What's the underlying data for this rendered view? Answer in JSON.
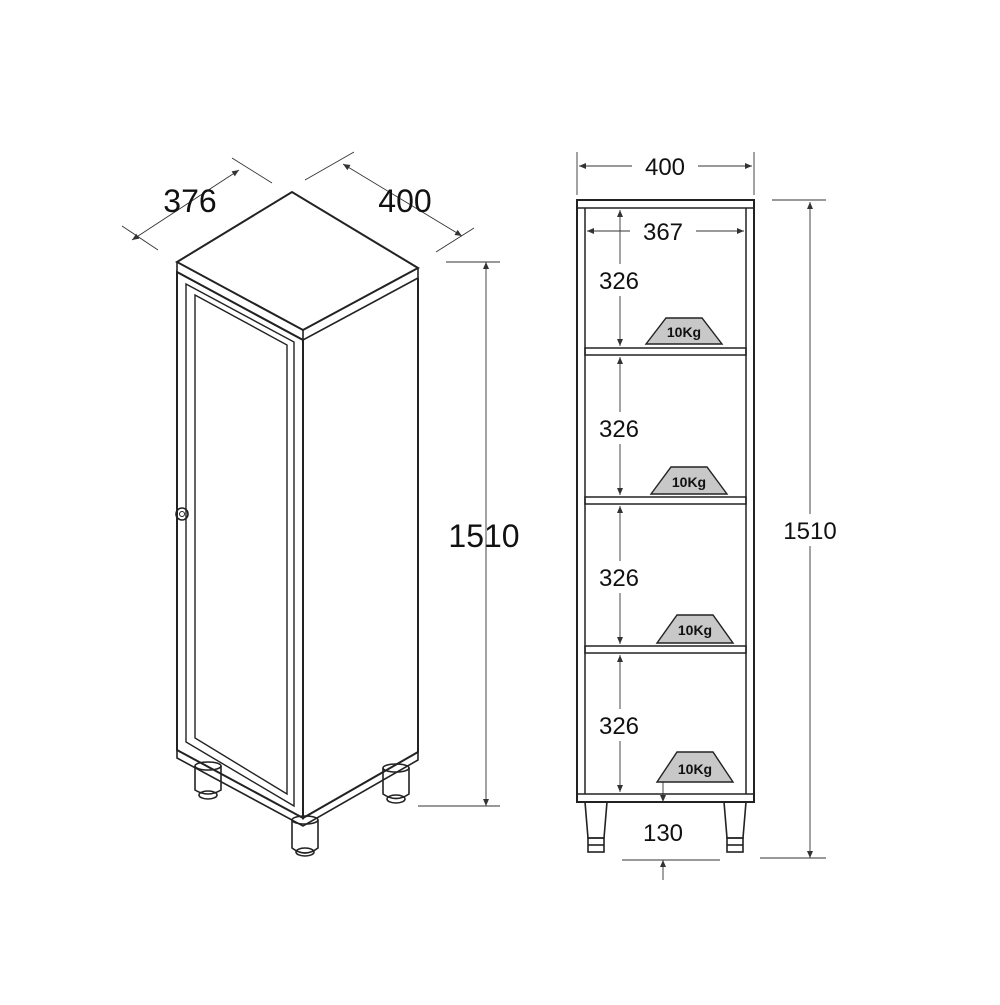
{
  "diagram": {
    "iso": {
      "depth_label": "376",
      "width_label": "400",
      "height_label": "1510"
    },
    "front": {
      "width_label": "400",
      "inner_width_label": "367",
      "height_label": "1510",
      "leg_clearance_label": "130",
      "shelves": [
        {
          "height_label": "326",
          "load_label": "10Kg"
        },
        {
          "height_label": "326",
          "load_label": "10Kg"
        },
        {
          "height_label": "326",
          "load_label": "10Kg"
        },
        {
          "height_label": "326",
          "load_label": "10Kg"
        }
      ]
    },
    "colors": {
      "line": "#222222",
      "load_badge_fill": "#c8c8c8"
    }
  }
}
